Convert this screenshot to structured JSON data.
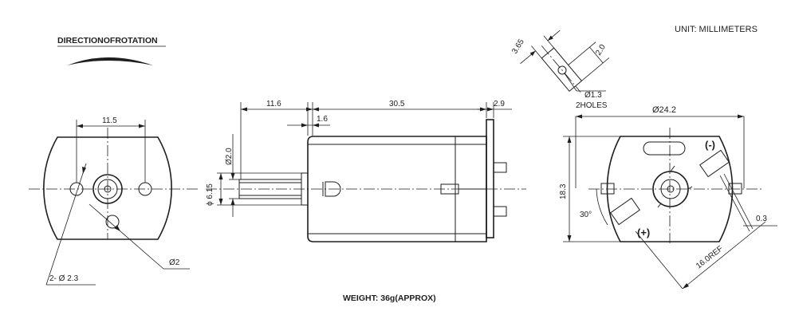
{
  "header": {
    "unit": "UNIT: MILLIMETERS",
    "rotation_title": "DIRECTIONOFROTATION"
  },
  "footer": {
    "weight": "WEIGHT: 36g(APPROX)"
  },
  "front_view": {
    "dim_hole_spacing": "11.5",
    "dim_holes": "2- Ø 2.3",
    "dim_vent": "Ø2"
  },
  "side_view": {
    "dim_flange": "11.6",
    "dim_body": "30.5",
    "dim_terminal": "2.9",
    "dim_step": "1.6",
    "dim_shaft": "Ø2.0",
    "dim_boss": "ϕ 6.15"
  },
  "detail": {
    "dim_a": "3.65",
    "dim_b": "2.0",
    "dim_hole": "Ø1.3",
    "hole_count": "2HOLES"
  },
  "rear_view": {
    "dim_diameter": "Ø24.2",
    "dim_height": "18.3",
    "dim_angle": "30°",
    "dim_gap": "0.3",
    "dim_ref": "16.0REF",
    "neg_label": "(-)",
    "pos_label": "(+)"
  }
}
